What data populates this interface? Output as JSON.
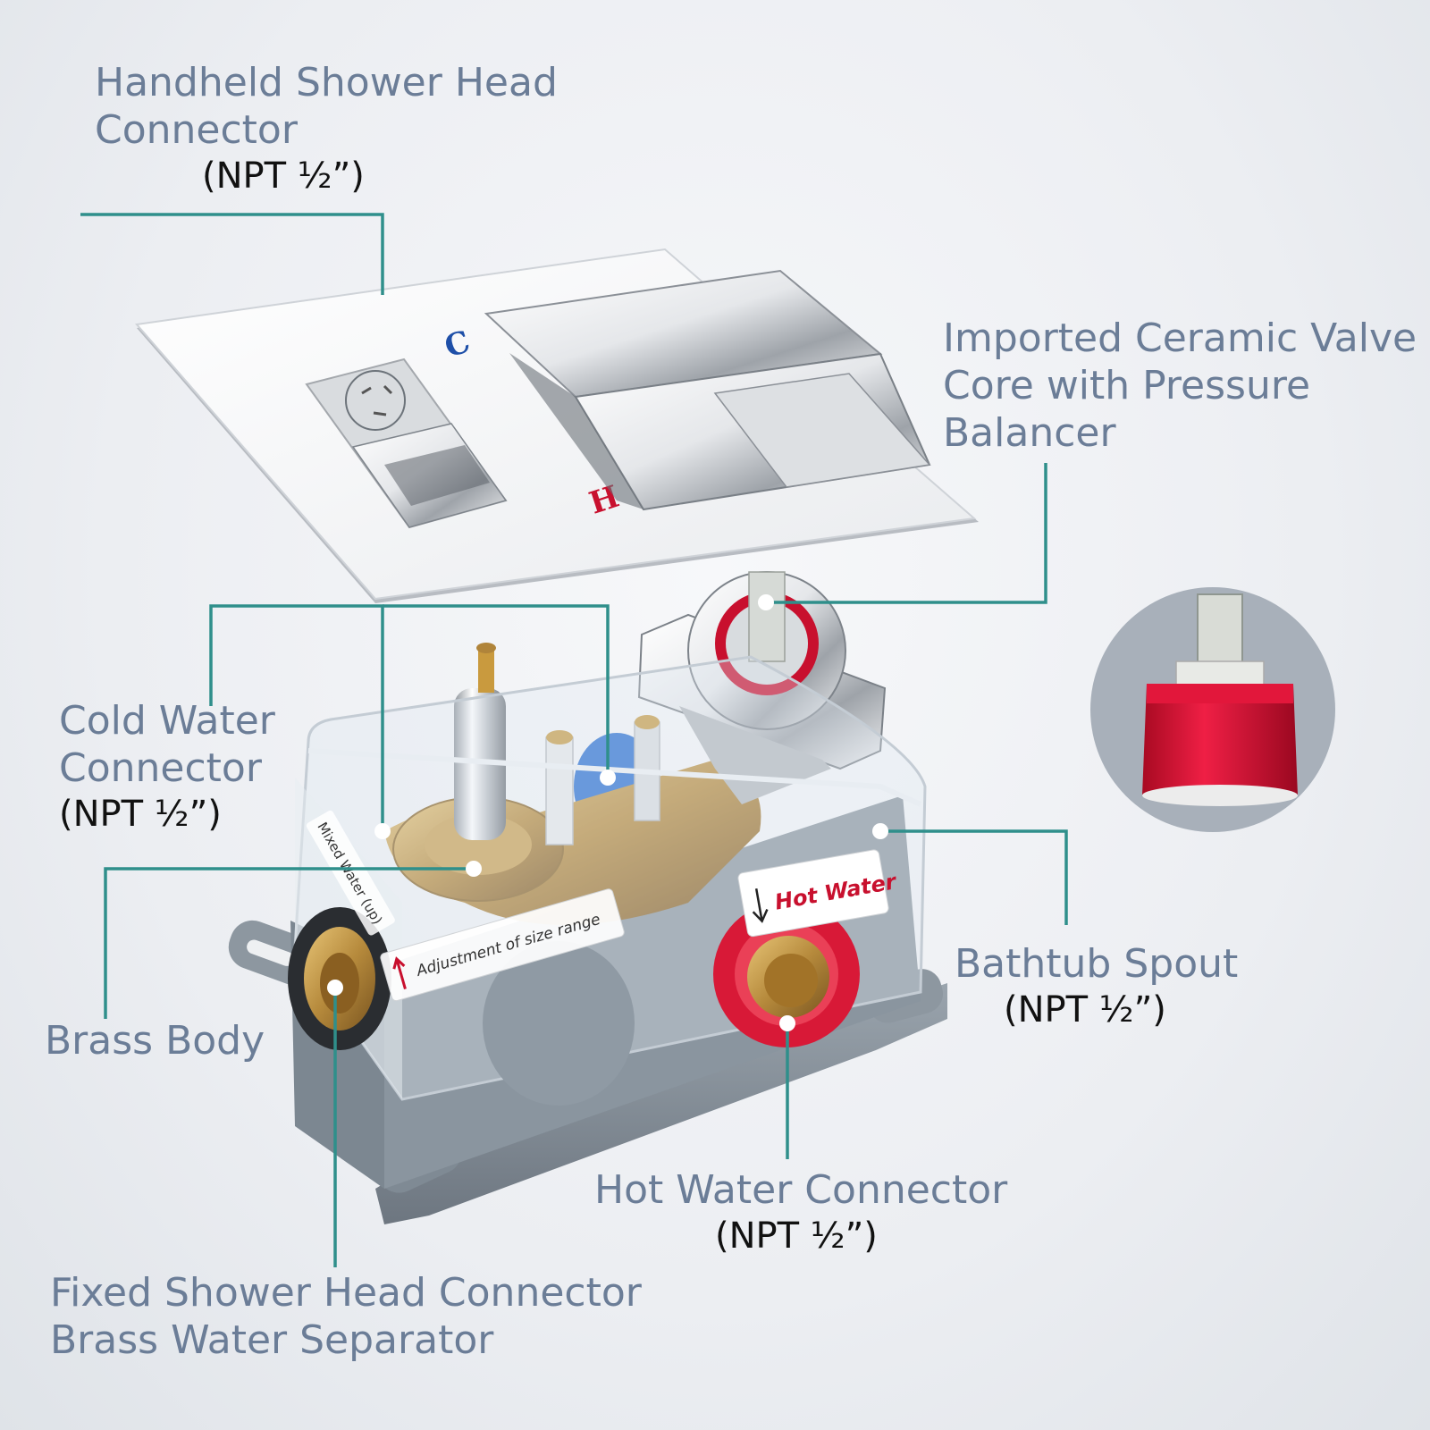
{
  "labels": {
    "handheld": {
      "line1": "Handheld Shower Head",
      "line2": "Connector",
      "spec": "(NPT ½”)"
    },
    "ceramic": {
      "line1": "Imported Ceramic Valve",
      "line2": "Core with Pressure",
      "line3": "Balancer"
    },
    "cold": {
      "line1": "Cold Water",
      "line2": "Connector",
      "spec": "(NPT ½”)"
    },
    "brass_body": {
      "line1": "Brass Body"
    },
    "bathtub": {
      "line1": "Bathtub Spout",
      "spec": "(NPT ½”)"
    },
    "hot": {
      "line1": "Hot Water Connector",
      "spec": "(NPT ½”)"
    },
    "fixed": {
      "line1": "Fixed Shower Head Connector",
      "line2": "Brass Water Separator"
    }
  },
  "product_marks": {
    "cold_letter": "C",
    "hot_letter": "H",
    "hot_water_sticker": "Hot Water",
    "mixed_water_sticker": "Mixed Water (up)",
    "adjustment_sticker": "Adjustment of size range"
  },
  "colors": {
    "callout": "#2f8f8b",
    "label_blue": "#6b7d97",
    "hot_red": "#c8102e",
    "cold_blue": "#1e4fa8"
  }
}
